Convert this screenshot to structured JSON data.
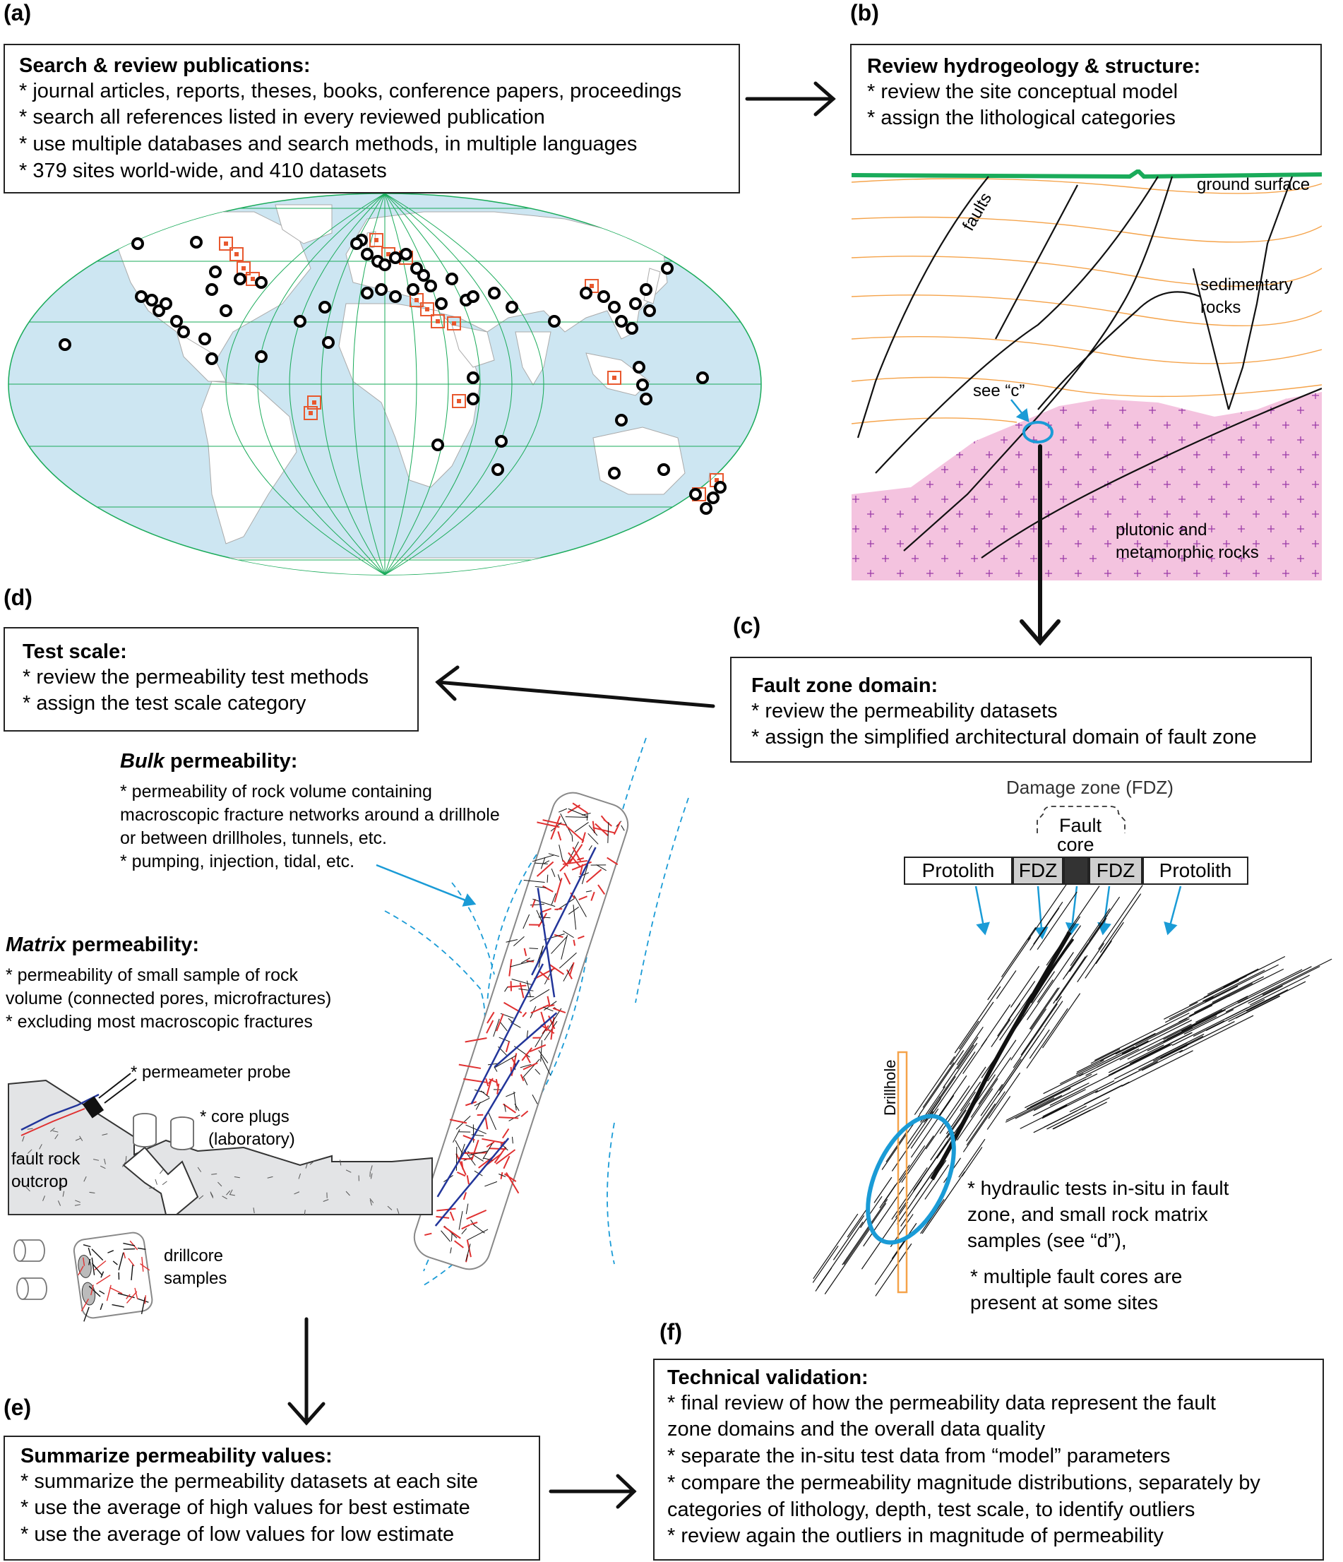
{
  "panels": {
    "a": "(a)",
    "b": "(b)",
    "c": "(c)",
    "d": "(d)",
    "e": "(e)",
    "f": "(f)"
  },
  "box_a": {
    "title": "Search & review publications:",
    "items": [
      "* journal articles, reports, theses, books, conference papers, proceedings",
      "* search all references listed in every reviewed publication",
      "* use multiple databases and search methods, in multiple languages",
      "* 379 sites world-wide, and 410 datasets"
    ]
  },
  "box_b": {
    "title": "Review hydrogeology & structure:",
    "items": [
      "* review the site conceptual model",
      "* assign the lithological categories"
    ]
  },
  "box_c": {
    "title": "Fault zone domain:",
    "items": [
      "* review the permeability datasets",
      "* assign the simplified architectural domain of fault zone"
    ]
  },
  "box_d": {
    "title": "Test scale:",
    "items": [
      "* review the permeability test methods",
      "* assign the test scale category"
    ]
  },
  "box_e": {
    "title": "Summarize permeability values:",
    "items": [
      "* summarize the permeability datasets at each site",
      "* use the average of high values for best estimate",
      "* use the average of low values for low estimate"
    ]
  },
  "box_f": {
    "title": "Technical validation:",
    "items": [
      "* final review of how the permeability data represent the fault",
      "zone domains and the overall data quality",
      "* separate the in-situ test data from “model” parameters",
      "* compare the permeability magnitude distributions, separately by",
      "categories of lithology, depth, test scale, to identify outliers",
      "* review again the outliers in magnitude of permeability"
    ]
  },
  "cross_section": {
    "ground_surface": "ground surface",
    "faults": "faults",
    "sedimentary": [
      "sedimentary",
      "rocks"
    ],
    "see_c": "see “c”",
    "plutonic": [
      "plutonic and",
      "metamorphic rocks"
    ]
  },
  "bulk": {
    "title_em": "Bulk",
    "title_rest": " permeability:",
    "items": [
      "* permeability of rock volume containing",
      "macroscopic fracture networks around a drillhole",
      "or between drillholes, tunnels, etc.",
      "* pumping, injection, tidal, etc."
    ]
  },
  "matrix": {
    "title_em": "Matrix",
    "title_rest": " permeability:",
    "items": [
      "* permeability of small sample of rock",
      "volume (connected pores, microfractures)",
      "* excluding most macroscopic fractures"
    ]
  },
  "outcrop": {
    "probe": "* permeameter probe",
    "plugs": [
      "* core plugs",
      "(laboratory)"
    ],
    "fault_rock": [
      "fault rock",
      "outcrop"
    ],
    "drillcore": [
      "drillcore",
      "samples"
    ]
  },
  "fault_zone": {
    "damage_zone": "Damage zone (FDZ)",
    "fault_core": [
      "Fault",
      "core"
    ],
    "domains": [
      "Protolith",
      "FDZ",
      "",
      "FDZ",
      "Protolith"
    ],
    "drillhole": "Drillhole",
    "notes": [
      "* hydraulic tests in-situ in fault",
      "zone, and small rock matrix",
      "samples (see “d”),",
      "* multiple fault cores are",
      "present at some sites"
    ]
  },
  "colors": {
    "ocean": "#cde6f2",
    "land": "#ffffff",
    "pluton": "#f4c3df",
    "sed_lines": "#f5a34a",
    "ground": "#1aab5a",
    "blue": "#1a9bd6",
    "red": "#e03030",
    "navy": "#22359a",
    "orange": "#f5a34a",
    "site_square": "#e8582e"
  }
}
